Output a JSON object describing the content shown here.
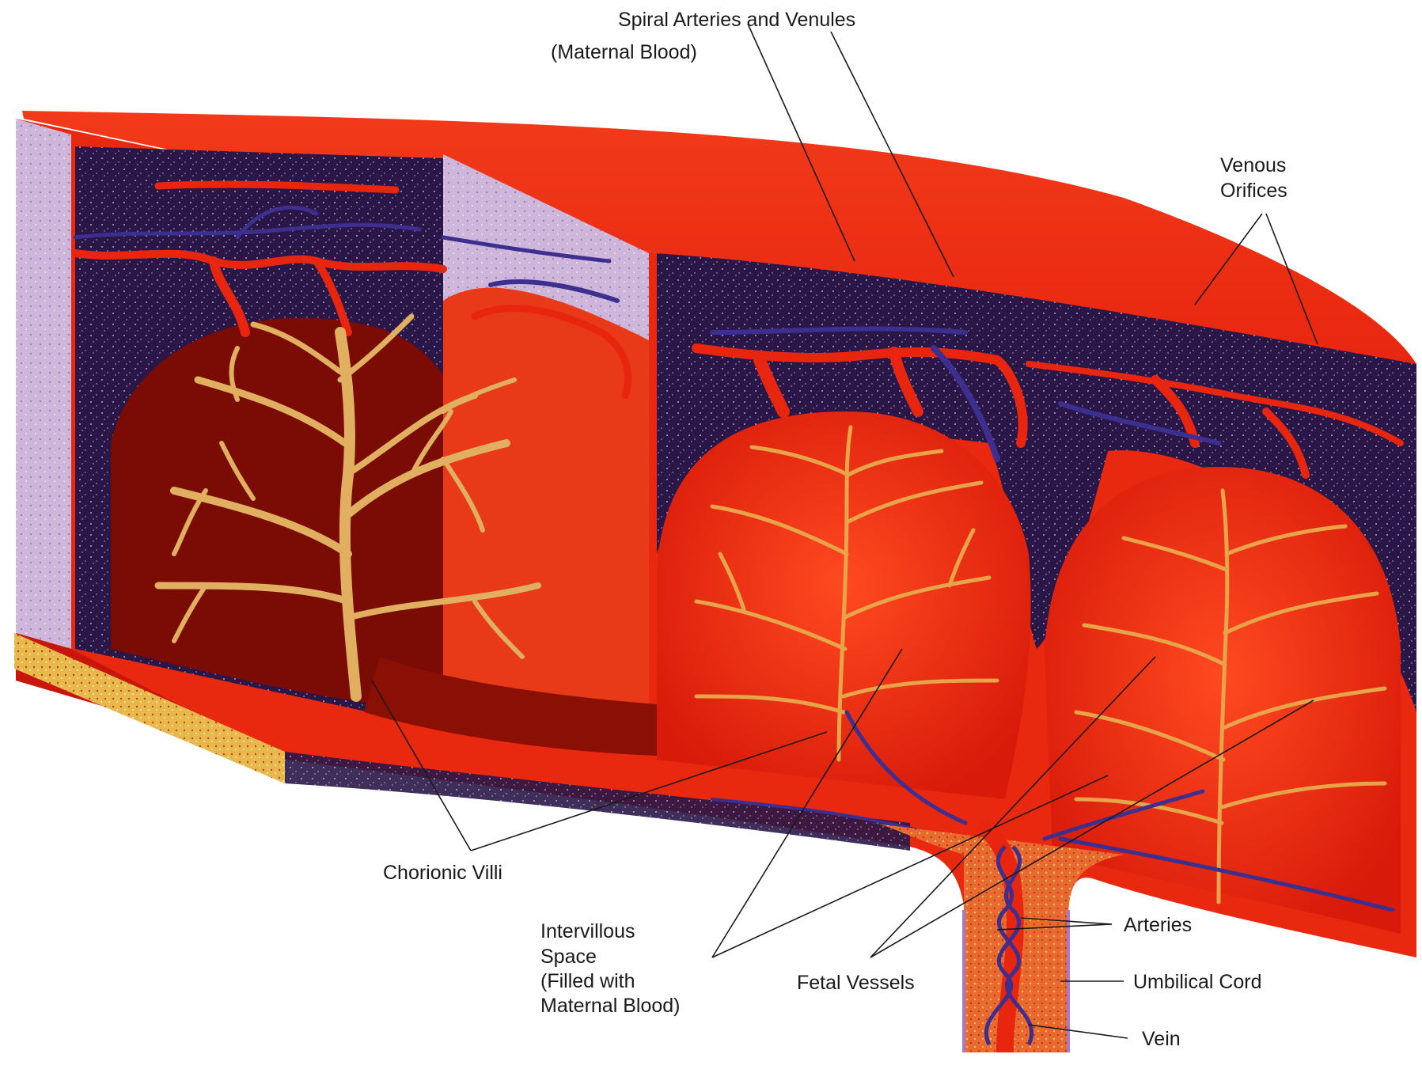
{
  "labels": {
    "spiral_arteries": "Spiral Arteries and Venules",
    "maternal_blood": "(Maternal Blood)",
    "venous_1": "Venous",
    "venous_2": "Orifices",
    "chorionic_villi": "Chorionic Villi",
    "intervillous_1": "Intervillous",
    "intervillous_2": "Space",
    "intervillous_3": "(Filled with",
    "intervillous_4": "Maternal Blood)",
    "fetal_vessels": "Fetal Vessels",
    "arteries": "Arteries",
    "umbilical_cord": "Umbilical Cord",
    "vein": "Vein"
  },
  "colors": {
    "tissue_red": "#e8250f",
    "dark_red": "#8a0d06",
    "deep_purple": "#2c1850",
    "vein_blue": "#3d2f8f",
    "villi_gold": "#e0b060",
    "lilac": "#c8b0d8",
    "gold_layer": "#e4b040"
  }
}
